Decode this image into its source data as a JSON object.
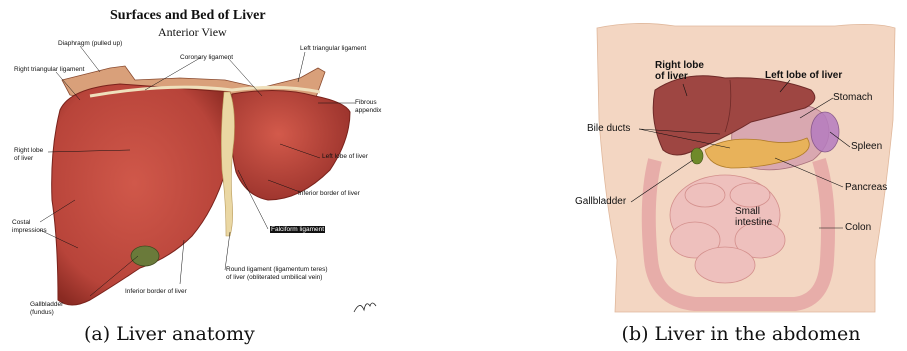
{
  "panel_a": {
    "title": "Surfaces and Bed of Liver",
    "subtitle": "Anterior View",
    "labels": {
      "diaphragm": "Diaphragm (pulled up)",
      "coronary": "Coronary ligament",
      "left_triangular": "Left triangular ligament",
      "right_triangular": "Right triangular ligament",
      "fibrous_appendix": "Fibrous\nappendix",
      "right_lobe": "Right lobe\nof liver",
      "left_lobe": "Left lobe of liver",
      "inferior_border_left": "Inferior border of liver",
      "falciform": "Falciform ligament",
      "costal": "Costal\nimpressions",
      "round_ligament": "Round ligament (ligamentum teres)\nof liver (obliterated umbilical vein)",
      "inferior_border_bottom": "Inferior border of liver",
      "gallbladder": "Gallbladder\n(fundus)"
    },
    "caption": "(a) Liver anatomy"
  },
  "panel_b": {
    "labels": {
      "right_lobe": "Right lobe\nof liver",
      "left_lobe": "Left lobe of liver",
      "stomach": "Stomach",
      "bile_ducts": "Bile ducts",
      "spleen": "Spleen",
      "pancreas": "Pancreas",
      "gallbladder": "Gallbladder",
      "small_intestine": "Small\nintestine",
      "colon": "Colon"
    },
    "caption": "(b) Liver in the abdomen"
  },
  "colors": {
    "liver": "#c0493a",
    "liver_dark": "#8e2a22",
    "ligament": "#e8d3a0",
    "gallbladder": "#6b7a3a",
    "skin": "#f3d6c2",
    "intestine": "#eab7b5",
    "stomach": "#d9a8b0",
    "pancreas": "#e8b25a"
  }
}
